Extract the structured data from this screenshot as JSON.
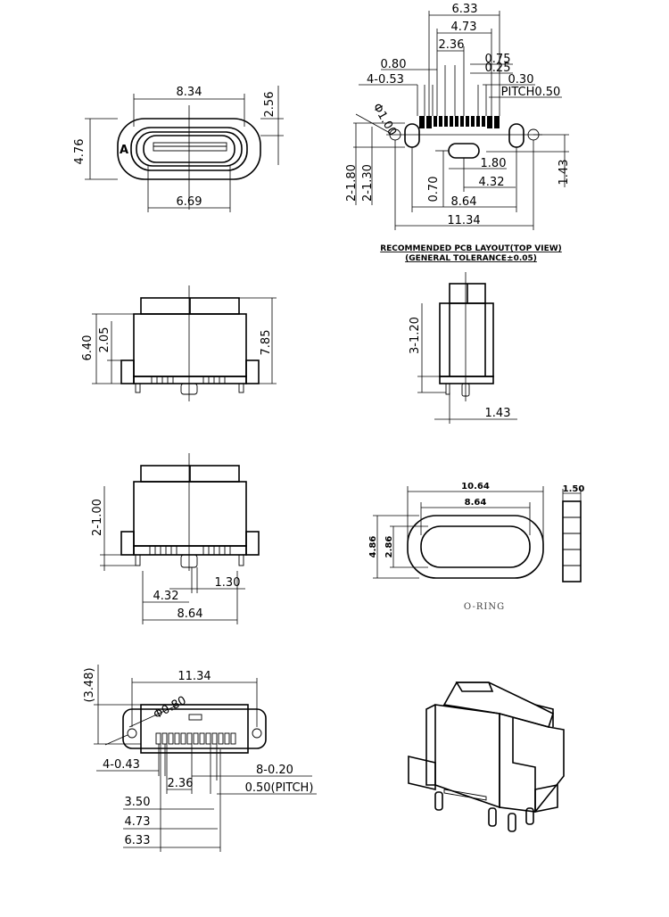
{
  "front_view": {
    "width_outer": "8.34",
    "width_inner": "6.69",
    "height": "4.76",
    "offset": "2.56",
    "pin_label": "A"
  },
  "pcb_layout": {
    "dim_6_33": "6.33",
    "dim_4_73": "4.73",
    "dim_2_36": "2.36",
    "dim_0_80": "0.80",
    "dim_0_75": "0.75",
    "dim_0_25": "0.25",
    "dim_0_30": "0.30",
    "dim_4_053": "4-0.53",
    "pitch": "PITCH0.50",
    "dia": "Φ1.00",
    "dim_2_180": "2-1.80",
    "dim_2_130": "2-1.30",
    "dim_0_70": "0.70",
    "dim_1_80": "1.80",
    "dim_4_32": "4.32",
    "dim_8_64": "8.64",
    "dim_11_34": "11.34",
    "dim_1_43": "1.43",
    "note_line1": "RECOMMENDED PCB LAYOUT(TOP VIEW)",
    "note_line2": "(GENERAL TOLERANCE±0.05)"
  },
  "side_view": {
    "dim_6_40": "6.40",
    "dim_2_05": "2.05",
    "dim_7_85": "7.85"
  },
  "end_view": {
    "dim_3_120": "3-1.20",
    "dim_1_43": "1.43"
  },
  "rear_view": {
    "dim_2_100": "2-1.00",
    "dim_1_30": "1.30",
    "dim_4_32": "4.32",
    "dim_8_64": "8.64"
  },
  "oring": {
    "dim_10_64": "10.64",
    "dim_8_64": "8.64",
    "dim_4_86": "4.86",
    "dim_2_86": "2.86",
    "dim_1_50": "1.50",
    "caption": "O-RING"
  },
  "bottom_view": {
    "dim_11_34": "11.34",
    "dim_3_48": "(3.48)",
    "dia": "Φ0.80",
    "dim_4_043": "4-0.43",
    "dim_8_020": "8-0.20",
    "pitch": "0.50(PITCH)",
    "dim_2_36": "2.36",
    "dim_3_50": "3.50",
    "dim_4_73": "4.73",
    "dim_6_33": "6.33"
  }
}
